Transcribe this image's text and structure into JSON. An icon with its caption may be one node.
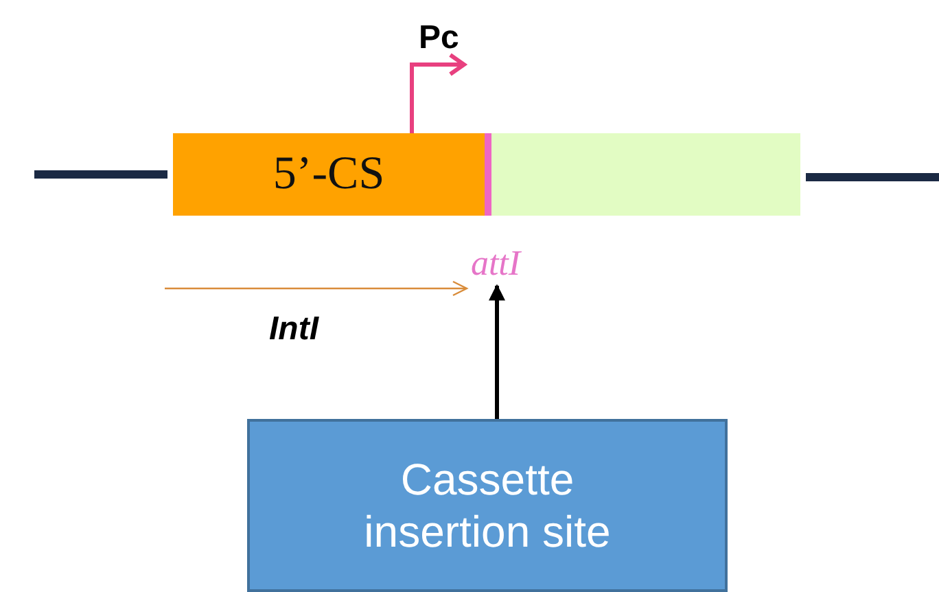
{
  "diagram": {
    "nodes": [
      {
        "text": [
          "5’-CS"
        ]
      },
      {
        "text": [],
        "shape": "box"
      },
      {
        "text": [
          "attI"
        ]
      },
      {
        "text": [
          "Cassette insertion site"
        ]
      }
    ],
    "edges": [
      {
        "from": 3,
        "to": 2,
        "arrow": "to"
      }
    ],
    "labels": [
      "Pc",
      "IntI"
    ]
  }
}
